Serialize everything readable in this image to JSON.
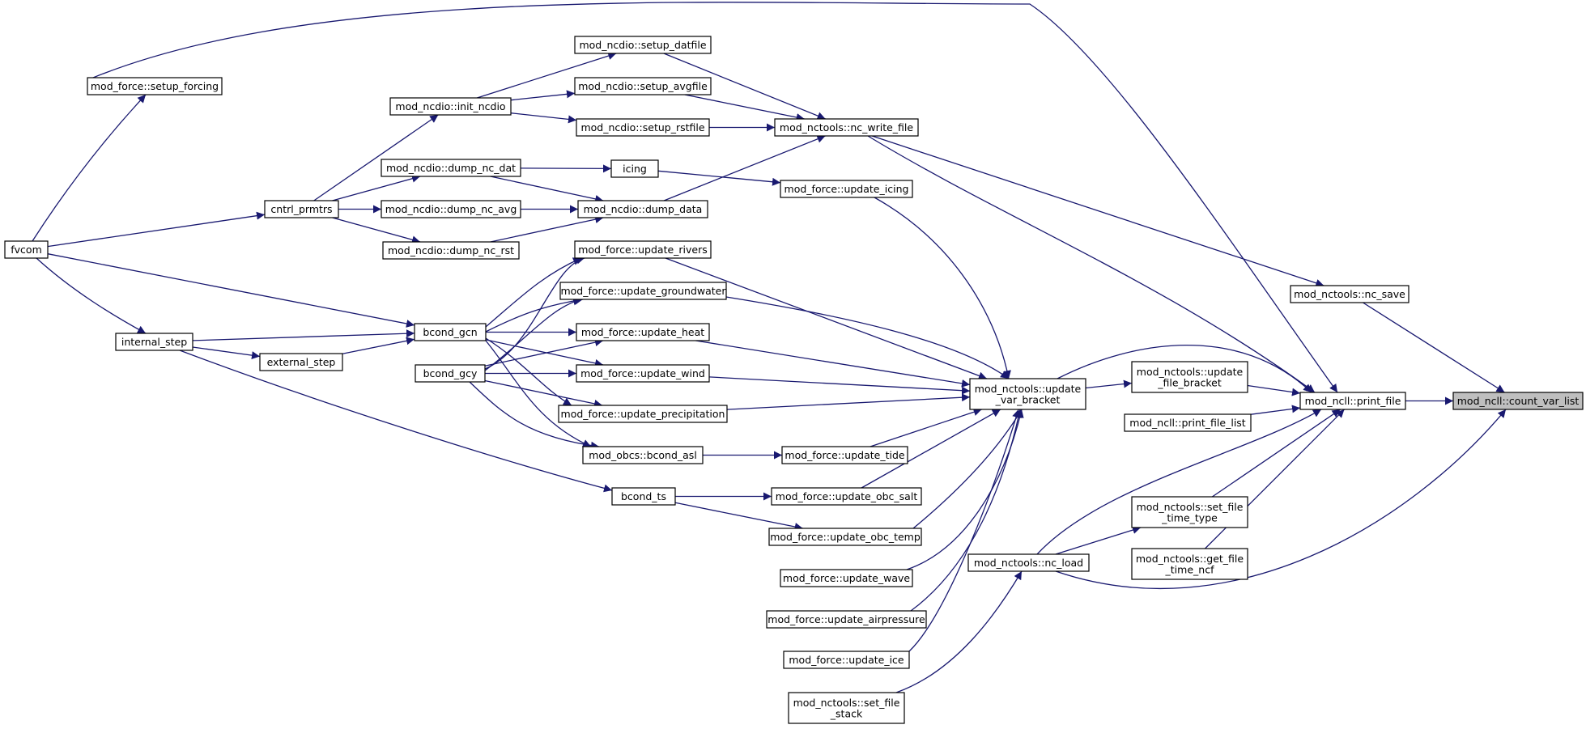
{
  "graph": {
    "title": "",
    "nodes": [
      {
        "id": "count_var_list",
        "lines": [
          "mod_ncll::count_var_list"
        ],
        "root": true
      },
      {
        "id": "print_file",
        "lines": [
          "mod_ncll::print_file"
        ]
      },
      {
        "id": "nc_save",
        "lines": [
          "mod_nctools::nc_save"
        ]
      },
      {
        "id": "nc_load",
        "lines": [
          "mod_nctools::nc_load"
        ]
      },
      {
        "id": "update_file_bracket",
        "lines": [
          "mod_nctools::update",
          "_file_bracket"
        ]
      },
      {
        "id": "print_file_list",
        "lines": [
          "mod_ncll::print_file_list"
        ]
      },
      {
        "id": "set_file_time_type",
        "lines": [
          "mod_nctools::set_file",
          "_time_type"
        ]
      },
      {
        "id": "get_file_time_ncf",
        "lines": [
          "mod_nctools::get_file",
          "_time_ncf"
        ]
      },
      {
        "id": "update_var_bracket",
        "lines": [
          "mod_nctools::update",
          "_var_bracket"
        ]
      },
      {
        "id": "set_file_stack",
        "lines": [
          "mod_nctools::set_file",
          "_stack"
        ]
      },
      {
        "id": "nc_write_file",
        "lines": [
          "mod_nctools::nc_write_file"
        ]
      },
      {
        "id": "update_icing",
        "lines": [
          "mod_force::update_icing"
        ]
      },
      {
        "id": "update_rivers",
        "lines": [
          "mod_force::update_rivers"
        ]
      },
      {
        "id": "update_groundwater",
        "lines": [
          "mod_force::update_groundwater"
        ]
      },
      {
        "id": "update_heat",
        "lines": [
          "mod_force::update_heat"
        ]
      },
      {
        "id": "update_wind",
        "lines": [
          "mod_force::update_wind"
        ]
      },
      {
        "id": "update_precipitation",
        "lines": [
          "mod_force::update_precipitation"
        ]
      },
      {
        "id": "update_tide",
        "lines": [
          "mod_force::update_tide"
        ]
      },
      {
        "id": "update_obc_salt",
        "lines": [
          "mod_force::update_obc_salt"
        ]
      },
      {
        "id": "update_obc_temp",
        "lines": [
          "mod_force::update_obc_temp"
        ]
      },
      {
        "id": "update_wave",
        "lines": [
          "mod_force::update_wave"
        ]
      },
      {
        "id": "update_airpressure",
        "lines": [
          "mod_force::update_airpressure"
        ]
      },
      {
        "id": "update_ice",
        "lines": [
          "mod_force::update_ice"
        ]
      },
      {
        "id": "setup_datfile",
        "lines": [
          "mod_ncdio::setup_datfile"
        ]
      },
      {
        "id": "setup_avgfile",
        "lines": [
          "mod_ncdio::setup_avgfile"
        ]
      },
      {
        "id": "setup_rstfile",
        "lines": [
          "mod_ncdio::setup_rstfile"
        ]
      },
      {
        "id": "icing",
        "lines": [
          "icing"
        ]
      },
      {
        "id": "dump_data",
        "lines": [
          "mod_ncdio::dump_data"
        ]
      },
      {
        "id": "bcond_asl",
        "lines": [
          "mod_obcs::bcond_asl"
        ]
      },
      {
        "id": "init_ncdio",
        "lines": [
          "mod_ncdio::init_ncdio"
        ]
      },
      {
        "id": "dump_nc_dat",
        "lines": [
          "mod_ncdio::dump_nc_dat"
        ]
      },
      {
        "id": "dump_nc_avg",
        "lines": [
          "mod_ncdio::dump_nc_avg"
        ]
      },
      {
        "id": "dump_nc_rst",
        "lines": [
          "mod_ncdio::dump_nc_rst"
        ]
      },
      {
        "id": "bcond_gcn",
        "lines": [
          "bcond_gcn"
        ]
      },
      {
        "id": "bcond_gcy",
        "lines": [
          "bcond_gcy"
        ]
      },
      {
        "id": "bcond_ts",
        "lines": [
          "bcond_ts"
        ]
      },
      {
        "id": "setup_forcing",
        "lines": [
          "mod_force::setup_forcing"
        ]
      },
      {
        "id": "cntrl_prmtrs",
        "lines": [
          "cntrl_prmtrs"
        ]
      },
      {
        "id": "external_step",
        "lines": [
          "external_step"
        ]
      },
      {
        "id": "internal_step",
        "lines": [
          "internal_step"
        ]
      },
      {
        "id": "fvcom",
        "lines": [
          "fvcom"
        ]
      }
    ],
    "edges": [
      {
        "from": "print_file",
        "to": "count_var_list"
      },
      {
        "from": "nc_save",
        "to": "count_var_list"
      },
      {
        "from": "nc_load",
        "to": "count_var_list"
      },
      {
        "from": "update_file_bracket",
        "to": "print_file"
      },
      {
        "from": "print_file_list",
        "to": "print_file"
      },
      {
        "from": "set_file_time_type",
        "to": "print_file"
      },
      {
        "from": "get_file_time_ncf",
        "to": "print_file"
      },
      {
        "from": "update_var_bracket",
        "to": "print_file"
      },
      {
        "from": "nc_write_file",
        "to": "print_file"
      },
      {
        "from": "nc_load",
        "to": "print_file"
      },
      {
        "from": "fvcom",
        "to": "print_file"
      },
      {
        "from": "nc_write_file",
        "to": "nc_save"
      },
      {
        "from": "nc_load",
        "to": "set_file_time_type"
      },
      {
        "from": "set_file_stack",
        "to": "nc_load"
      },
      {
        "from": "update_var_bracket",
        "to": "update_file_bracket"
      },
      {
        "from": "update_icing",
        "to": "update_var_bracket"
      },
      {
        "from": "update_rivers",
        "to": "update_var_bracket"
      },
      {
        "from": "update_groundwater",
        "to": "update_var_bracket"
      },
      {
        "from": "update_heat",
        "to": "update_var_bracket"
      },
      {
        "from": "update_wind",
        "to": "update_var_bracket"
      },
      {
        "from": "update_precipitation",
        "to": "update_var_bracket"
      },
      {
        "from": "update_tide",
        "to": "update_var_bracket"
      },
      {
        "from": "update_obc_salt",
        "to": "update_var_bracket"
      },
      {
        "from": "update_obc_temp",
        "to": "update_var_bracket"
      },
      {
        "from": "update_wave",
        "to": "update_var_bracket"
      },
      {
        "from": "update_airpressure",
        "to": "update_var_bracket"
      },
      {
        "from": "update_ice",
        "to": "update_var_bracket"
      },
      {
        "from": "setup_datfile",
        "to": "nc_write_file"
      },
      {
        "from": "setup_avgfile",
        "to": "nc_write_file"
      },
      {
        "from": "setup_rstfile",
        "to": "nc_write_file"
      },
      {
        "from": "dump_data",
        "to": "nc_write_file"
      },
      {
        "from": "icing",
        "to": "update_icing"
      },
      {
        "from": "bcond_asl",
        "to": "update_tide"
      },
      {
        "from": "bcond_ts",
        "to": "update_obc_salt"
      },
      {
        "from": "bcond_ts",
        "to": "update_obc_temp"
      },
      {
        "from": "init_ncdio",
        "to": "setup_datfile"
      },
      {
        "from": "init_ncdio",
        "to": "setup_avgfile"
      },
      {
        "from": "init_ncdio",
        "to": "setup_rstfile"
      },
      {
        "from": "dump_nc_dat",
        "to": "icing"
      },
      {
        "from": "dump_nc_dat",
        "to": "dump_data"
      },
      {
        "from": "dump_nc_avg",
        "to": "dump_data"
      },
      {
        "from": "dump_nc_rst",
        "to": "dump_data"
      },
      {
        "from": "bcond_gcn",
        "to": "update_rivers"
      },
      {
        "from": "bcond_gcn",
        "to": "update_groundwater"
      },
      {
        "from": "bcond_gcn",
        "to": "update_heat"
      },
      {
        "from": "bcond_gcn",
        "to": "update_wind"
      },
      {
        "from": "bcond_gcn",
        "to": "update_precipitation"
      },
      {
        "from": "bcond_gcn",
        "to": "bcond_asl"
      },
      {
        "from": "bcond_gcy",
        "to": "update_rivers"
      },
      {
        "from": "bcond_gcy",
        "to": "update_groundwater"
      },
      {
        "from": "bcond_gcy",
        "to": "update_heat"
      },
      {
        "from": "bcond_gcy",
        "to": "update_wind"
      },
      {
        "from": "bcond_gcy",
        "to": "update_precipitation"
      },
      {
        "from": "bcond_gcy",
        "to": "bcond_asl"
      },
      {
        "from": "cntrl_prmtrs",
        "to": "init_ncdio"
      },
      {
        "from": "cntrl_prmtrs",
        "to": "dump_nc_dat"
      },
      {
        "from": "cntrl_prmtrs",
        "to": "dump_nc_avg"
      },
      {
        "from": "cntrl_prmtrs",
        "to": "dump_nc_rst"
      },
      {
        "from": "internal_step",
        "to": "bcond_gcn"
      },
      {
        "from": "internal_step",
        "to": "external_step"
      },
      {
        "from": "internal_step",
        "to": "bcond_ts"
      },
      {
        "from": "external_step",
        "to": "bcond_gcn"
      },
      {
        "from": "fvcom",
        "to": "setup_forcing"
      },
      {
        "from": "fvcom",
        "to": "cntrl_prmtrs"
      },
      {
        "from": "fvcom",
        "to": "bcond_gcn"
      },
      {
        "from": "fvcom",
        "to": "internal_step"
      }
    ]
  }
}
